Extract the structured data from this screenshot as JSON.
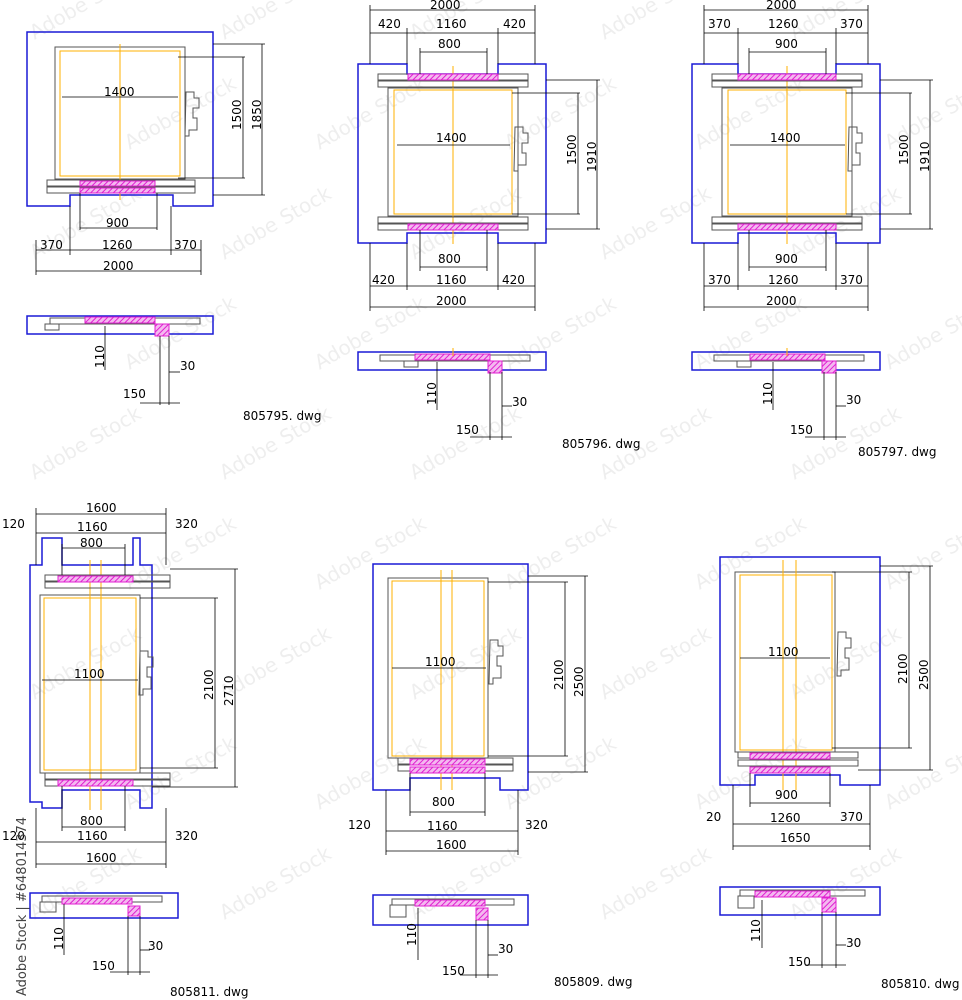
{
  "colors": {
    "shaft": "#1a1ad6",
    "car": "#555555",
    "door_hatch": "#e020d0",
    "centerline": "#ffb000",
    "inner_frame": "#ffb000",
    "dimension": "#000000"
  },
  "drawings": [
    {
      "id": "805795",
      "file": "805795. dwg",
      "plan": {
        "width_total": "2000",
        "left": "370",
        "opening": "1260",
        "right": "370",
        "door": "900",
        "car_width": "1400",
        "car_depth": "1500",
        "shaft_depth": "1850"
      },
      "section": {
        "a": "110",
        "b": "30",
        "c": "150"
      }
    },
    {
      "id": "805796",
      "file": "805796. dwg",
      "plan": {
        "width_total": "2000",
        "left": "420",
        "opening": "1160",
        "right": "420",
        "door": "800",
        "car_width": "1400",
        "car_depth": "1500",
        "shaft_depth": "1910",
        "top_width_total": "2000",
        "top_left": "420",
        "top_opening": "1160",
        "top_right": "420",
        "top_door": "800"
      },
      "section": {
        "a": "110",
        "b": "30",
        "c": "150"
      }
    },
    {
      "id": "805797",
      "file": "805797. dwg",
      "plan": {
        "width_total": "2000",
        "left": "370",
        "opening": "1260",
        "right": "370",
        "door": "900",
        "car_width": "1400",
        "car_depth": "1500",
        "shaft_depth": "1910",
        "top_width_total": "2000",
        "top_left": "370",
        "top_opening": "1260",
        "top_right": "370",
        "top_door": "900"
      },
      "section": {
        "a": "110",
        "b": "30",
        "c": "150"
      }
    },
    {
      "id": "805811",
      "file": "805811. dwg",
      "plan": {
        "width_total": "1600",
        "left": "120",
        "opening": "1160",
        "right": "320",
        "door": "800",
        "car_width": "1100",
        "car_depth": "2100",
        "shaft_depth": "2710",
        "top_width_total": "1600",
        "top_left": "120",
        "top_opening": "1160",
        "top_right": "320",
        "top_door": "800"
      },
      "section": {
        "a": "110",
        "b": "30",
        "c": "150"
      }
    },
    {
      "id": "805809",
      "file": "805809. dwg",
      "plan": {
        "width_total": "1600",
        "left": "120",
        "opening": "1160",
        "right": "320",
        "door": "800",
        "car_width": "1100",
        "car_depth": "2100",
        "shaft_depth": "2500"
      },
      "section": {
        "a": "110",
        "b": "30",
        "c": "150"
      }
    },
    {
      "id": "805810",
      "file": "805810. dwg",
      "plan": {
        "width_total": "1650",
        "left": "20",
        "opening": "1260",
        "right": "370",
        "door": "900",
        "car_width": "1100",
        "car_depth": "2100",
        "shaft_depth": "2500"
      },
      "section": {
        "a": "110",
        "b": "30",
        "c": "150"
      }
    }
  ],
  "watermark": {
    "text": "Adobe Stock | #648014374",
    "tile_text": "Adobe Stock"
  }
}
